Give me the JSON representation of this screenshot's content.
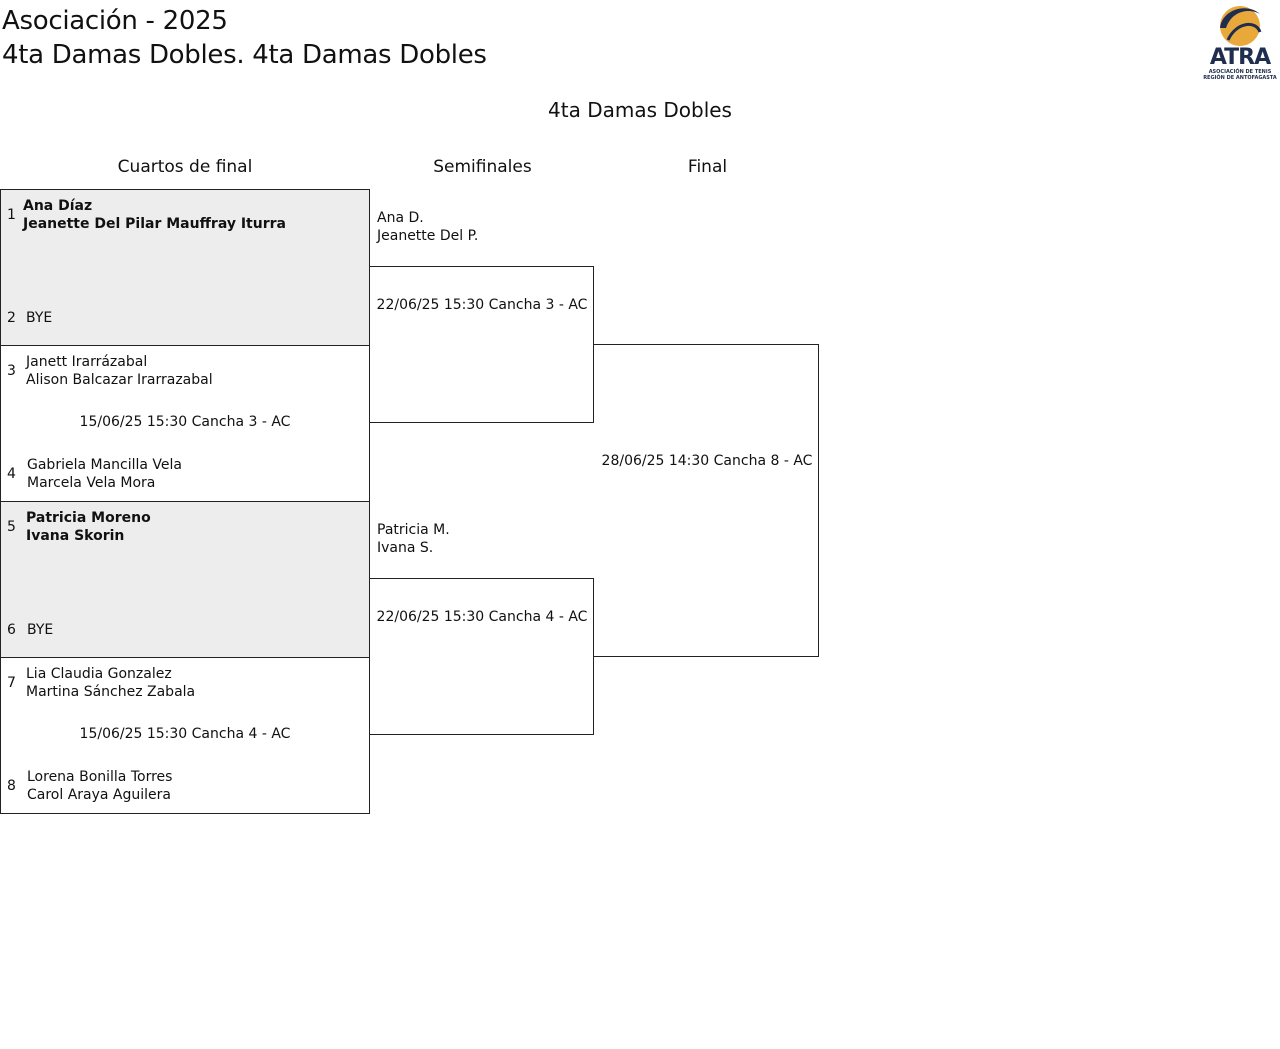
{
  "header": {
    "line1": "Asociación - 2025",
    "line2": "4ta Damas Dobles. 4ta Damas Dobles"
  },
  "logo": {
    "text": "ATRA",
    "subtitle1": "ASOCIACIÓN DE TENIS",
    "subtitle2": "REGIÓN DE ANTOFAGASTA",
    "colors": {
      "navy": "#1f2d4e",
      "gold": "#e8a83a"
    }
  },
  "draw_name": "4ta Damas Dobles",
  "rounds": [
    "Cuartos de final",
    "Semifinales",
    "Final"
  ],
  "quarterfinals": [
    {
      "top": {
        "seed": "1",
        "player1": "Ana Díaz",
        "player2": "Jeanette Del Pilar Mauffray Iturra"
      },
      "bottom": {
        "seed": "2",
        "player1": "BYE",
        "player2": ""
      },
      "schedule": ""
    },
    {
      "top": {
        "seed": "3",
        "player1": "Janett Irarrázabal",
        "player2": "Alison Balcazar Irarrazabal"
      },
      "bottom": {
        "seed": "4",
        "player1": "Gabriela Mancilla Vela",
        "player2": "Marcela Vela Mora"
      },
      "schedule": "15/06/25 15:30 Cancha 3 - AC"
    },
    {
      "top": {
        "seed": "5",
        "player1": "Patricia Moreno",
        "player2": "Ivana Skorin"
      },
      "bottom": {
        "seed": "6",
        "player1": "BYE",
        "player2": ""
      },
      "schedule": ""
    },
    {
      "top": {
        "seed": "7",
        "player1": "Lia Claudia Gonzalez",
        "player2": "Martina Sánchez Zabala"
      },
      "bottom": {
        "seed": "8",
        "player1": "Lorena Bonilla Torres",
        "player2": "Carol Araya Aguilera"
      },
      "schedule": "15/06/25 15:30 Cancha 4 - AC"
    }
  ],
  "semifinals": [
    {
      "player1": "Ana D.",
      "player2": "Jeanette Del P.",
      "schedule": "22/06/25 15:30 Cancha 3 - AC"
    },
    {
      "player1": "Patricia M.",
      "player2": "Ivana S.",
      "schedule": "22/06/25 15:30 Cancha 4 - AC"
    }
  ],
  "final": {
    "schedule": "28/06/25 14:30 Cancha 8 - AC"
  }
}
